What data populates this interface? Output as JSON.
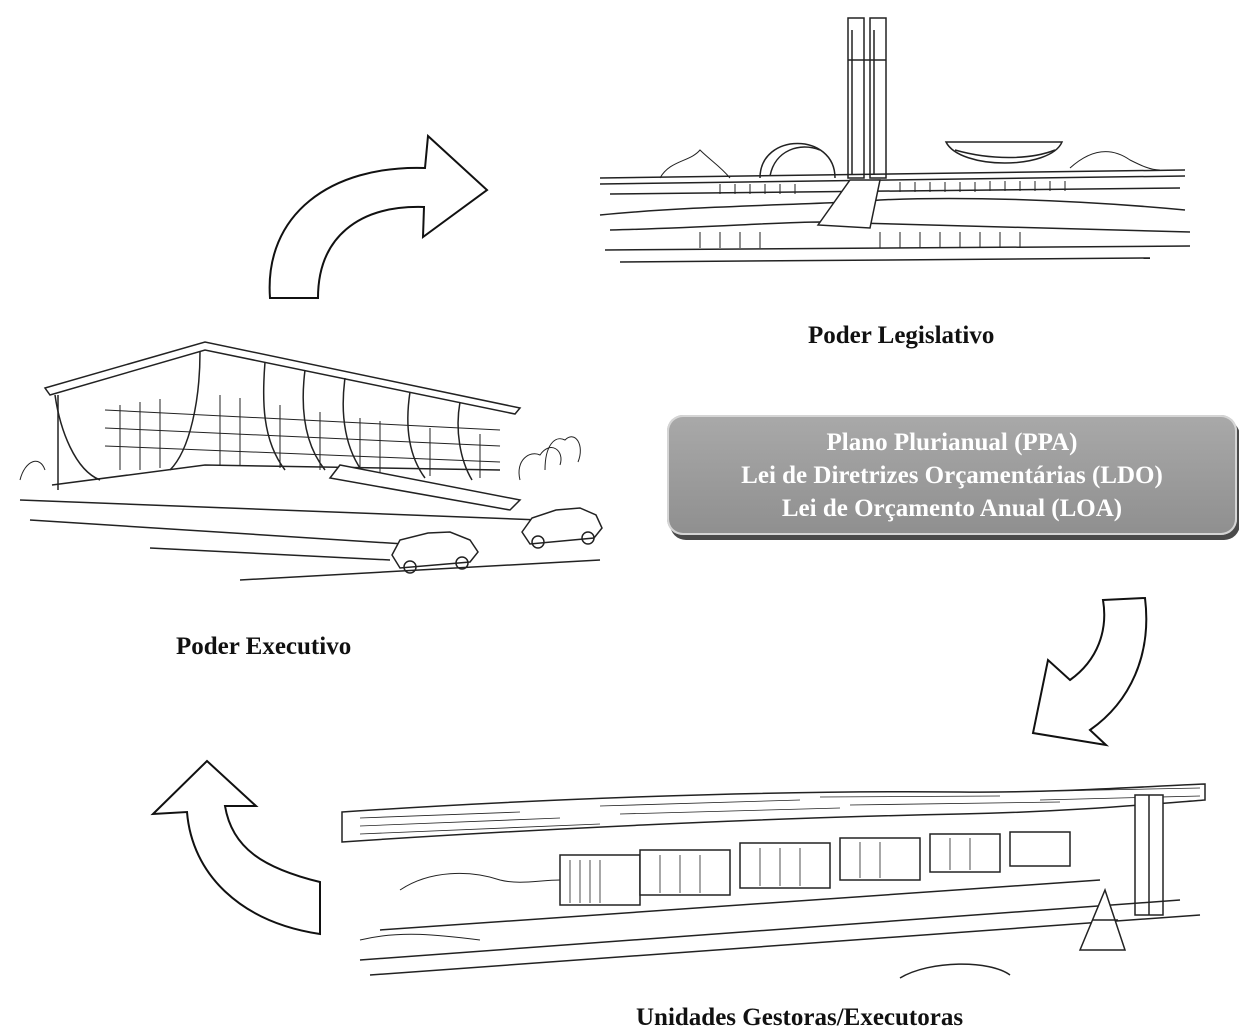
{
  "diagram": {
    "nodes": [
      {
        "id": "legislativo",
        "label": "Poder Legislativo"
      },
      {
        "id": "executivo",
        "label": "Poder Executivo"
      },
      {
        "id": "unidades",
        "label": "Unidades Gestoras/Executoras"
      }
    ],
    "plan_box": {
      "lines": [
        "Plano Plurianual (PPA)",
        "Lei de Diretrizes Orçamentárias (LDO)",
        "Lei de Orçamento Anual (LOA)"
      ]
    },
    "cycle": [
      "executivo",
      "legislativo",
      "unidades",
      "executivo"
    ],
    "colors": {
      "box_fill": "#9e9e9e",
      "box_shadow": "#4a4a4a",
      "text": "#111111",
      "line_art": "#222222"
    }
  }
}
